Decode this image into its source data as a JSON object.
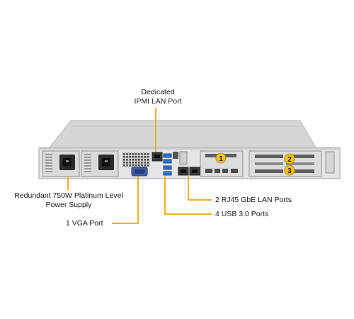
{
  "callouts": {
    "ipmi_line1": "Dedicated",
    "ipmi_line2": "IPMI LAN Port",
    "psu_line1": "Redundant  750W Platinum  Level",
    "psu_line2": "Power Supply",
    "vga": "1 VGA Port",
    "lan": "2 RJ45 GbE LAN Ports",
    "usb": "4 USB 3.0 Ports"
  },
  "badges": [
    "1",
    "2",
    "3"
  ],
  "colors": {
    "leader": "#f2b21a",
    "badge": "#f5c21b",
    "chassis": "#c9cbcd",
    "rear_panel": "#e4e5e6"
  }
}
